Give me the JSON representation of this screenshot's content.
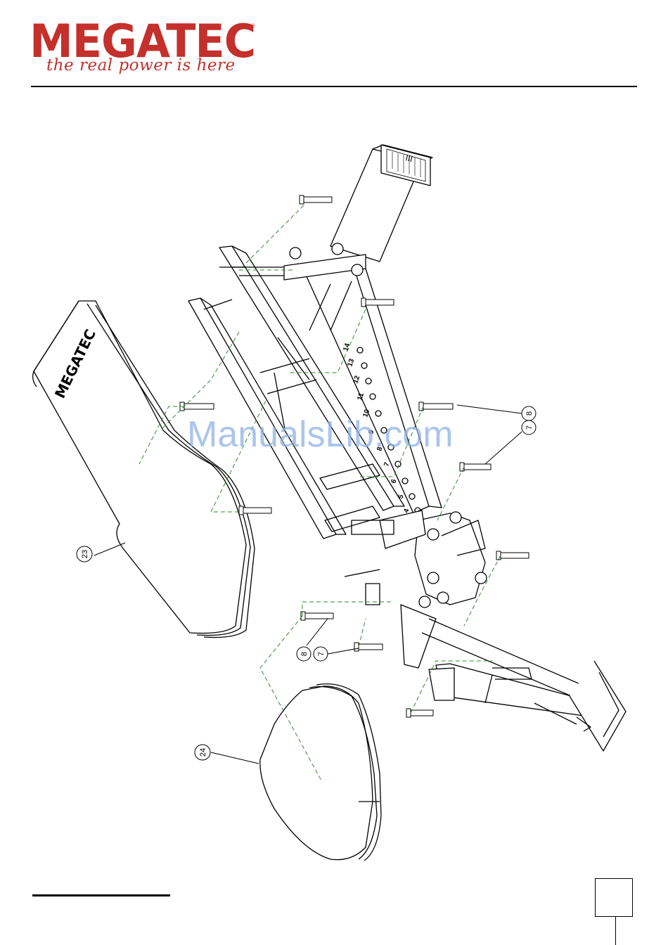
{
  "header": {
    "brand_name": "MEGATEC",
    "brand_registered": "®",
    "brand_tagline": "the real power is here",
    "brand_color": "#c4302b"
  },
  "watermark": {
    "text": "ManualsLib.com",
    "color": "#8fb2e6"
  },
  "callouts": [
    {
      "id": "c7a",
      "label": "7"
    },
    {
      "id": "c8a",
      "label": "8"
    },
    {
      "id": "c7b",
      "label": "7"
    },
    {
      "id": "c8b",
      "label": "8"
    },
    {
      "id": "c23",
      "label": "23"
    },
    {
      "id": "c24",
      "label": "24"
    }
  ],
  "rail_hole_numbers": [
    "14",
    "13",
    "12",
    "11",
    "10",
    "9",
    "8",
    "7",
    "6",
    "5",
    "4"
  ],
  "end_cap_text": "III",
  "backrest_logo": "MEGATEC",
  "page_number": ""
}
